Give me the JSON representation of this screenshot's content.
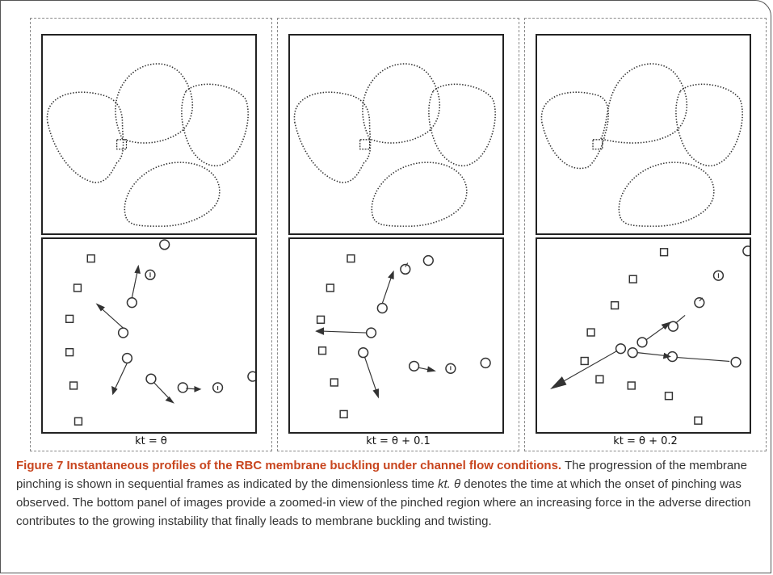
{
  "panels": [
    {
      "label": "kt = θ"
    },
    {
      "label": "kt = θ + 0.1"
    },
    {
      "label": "kt = θ + 0.2"
    }
  ],
  "caption": {
    "title": "Figure 7 Instantaneous profiles of the RBC membrane buckling under channel flow conditions.",
    "text_1": "The progression of the membrane pinching is shown in sequential frames as indicated by the dimensionless time ",
    "kt": "kt.",
    "theta": " θ",
    "text_2": " denotes the time at which the onset of pinching was observed. The bottom panel of images provide a zoomed-in view of the pinched region where an increasing force in the adverse direction contributes to the growing instability that finally leads to membrane buckling and twisting."
  },
  "colors": {
    "title": "#c8451e",
    "frame": "#555555",
    "dashed": "#8a8a8a"
  }
}
